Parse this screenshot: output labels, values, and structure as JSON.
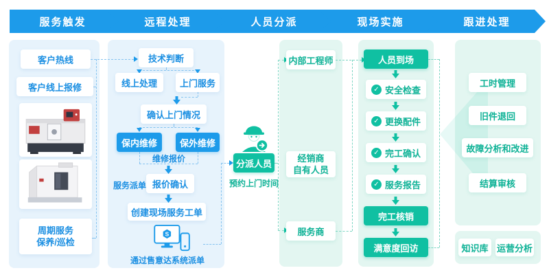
{
  "stages": [
    {
      "label": "服务触发"
    },
    {
      "label": "远程处理"
    },
    {
      "label": "人员分派"
    },
    {
      "label": "现场实施"
    },
    {
      "label": "跟进处理"
    }
  ],
  "col1": {
    "hotline": "客户热线",
    "online_report": "客户线上报修",
    "periodic_line1": "周期服务",
    "periodic_line2": "保养/巡检"
  },
  "col2": {
    "tech_judgment": "技术判断",
    "online_handle": "线上处理",
    "door_service": "上门服务",
    "confirm_visit": "确认上门情况",
    "in_warranty": "保内维修",
    "out_warranty": "保外维修",
    "repair_quote": "维修报价",
    "dispatch_label": "服务派单",
    "quote_confirm": "报价确认",
    "create_order": "创建现场服务工单",
    "system_dispatch": "通过售意达系统派单"
  },
  "col3": {
    "assign_person": "分派人员",
    "appointment": "预约上门时间",
    "internal_engineer": "内部工程师",
    "dealer_line1": "经销商",
    "dealer_line2": "自有人员",
    "service_provider": "服务商"
  },
  "col4": {
    "arrive": "人员到场",
    "steps": [
      "安全检查",
      "更换配件",
      "完工确认",
      "服务报告"
    ],
    "writeoff": "完工核销",
    "revisit": "满意度回访"
  },
  "col5": {
    "items": [
      "工时管理",
      "旧件退回",
      "故障分析和改进",
      "结算审核"
    ],
    "kb": "知识库",
    "ops": "运营分析"
  },
  "icons": {
    "check": "✓",
    "system_logo": "S"
  },
  "colors": {
    "brand_blue": "#1D9BEA",
    "teal": "#10C0A2",
    "panel_blue": "#E7F3FC",
    "panel_mint": "#E3F6F1"
  }
}
